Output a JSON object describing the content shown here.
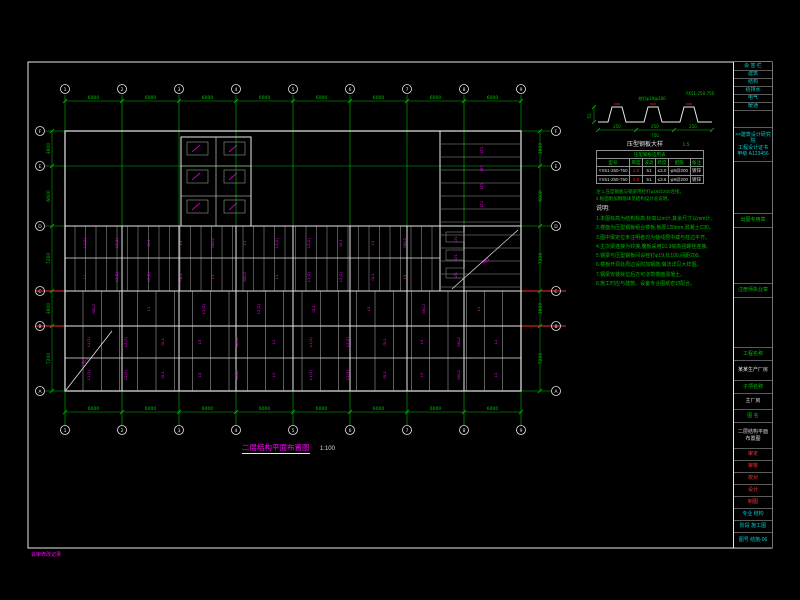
{
  "colors": {
    "green": "#00c200",
    "red": "#ff2a2a",
    "magenta": "#ff00ff",
    "cyan": "#00cccc",
    "white": "#e8e8e8",
    "gray": "#9a9a9a"
  },
  "grid": {
    "vertical_labels": [
      "1",
      "2",
      "3",
      "4",
      "5",
      "6",
      "7",
      "8",
      "9"
    ],
    "horizontal_labels": [
      "F",
      "E",
      "D",
      "C",
      "B",
      "A"
    ],
    "top_dims": [
      "6000",
      "6000",
      "6000",
      "6000",
      "6000",
      "6000",
      "6000",
      "6000"
    ],
    "bottom_dims": [
      "6000",
      "6000",
      "6000",
      "6000",
      "6000",
      "6000",
      "6000",
      "6000"
    ],
    "left_dims": [
      "3900",
      "6600",
      "7200",
      "3900",
      "7200"
    ],
    "right_dims": [
      "3900",
      "6600",
      "7200",
      "3900",
      "7200"
    ]
  },
  "plan_title": {
    "text": "二层结构平面布置图",
    "scale": "1:100"
  },
  "detail": {
    "title": "压型钢板大样",
    "scale": "1:5",
    "dims": [
      "250",
      "250",
      "250"
    ],
    "total": "750",
    "height": "51",
    "note": "YX51-250-750",
    "stud_note": "栓钉φ19@200"
  },
  "table": {
    "title": "压型钢板选用表",
    "headers": [
      "型号",
      "厚度",
      "波高",
      "跨度",
      "配筋",
      "备注"
    ],
    "rows": [
      [
        "YX51-250-750",
        "1.0",
        "51",
        "≤3.0",
        "φ8@200",
        "镀锌"
      ],
      [
        "YX51-250-750",
        "1.2",
        "51",
        "≤3.6",
        "φ8@200",
        "镀锌"
      ]
    ]
  },
  "table_notes": [
    "注:1.压型钢板与钢梁用栓钉φ19@200连接。",
    "2.板面附加钢筋详见结构设计总说明。"
  ],
  "notes": {
    "title": "说明:",
    "lines": [
      "1.本图标高为结构标高,标高以m计,其余尺寸以mm计。",
      "2.楼面为压型钢板组合楼板,板厚120mm,混凝土C30。",
      "3.图中梁定位未注明者均为轴线居中或与柱边平齐。",
      "4.主次梁连接为铰接,腹板采用10.9级高强螺栓连接。",
      "5.钢梁与压型钢板间设栓钉φ19,长100,间距200。",
      "6.楼板开洞处周边设附加钢筋,做法详见大样图。",
      "7.钢梁安装就位后方可浇筑楼面混凝土。",
      "8.施工时应与建筑、设备专业图纸密切配合。"
    ]
  },
  "beam_labels": [
    "L1(2)",
    "L2(2)",
    "GL1",
    "L3",
    "GKL2",
    "L1"
  ],
  "stair_label": "LT1",
  "ramp_label": "PD1",
  "titleblock": {
    "rows": [
      {
        "h": 9,
        "t": "会 签 栏",
        "c": "c"
      },
      {
        "h": 8,
        "t": "建筑",
        "c": "c"
      },
      {
        "h": 8,
        "t": "结构",
        "c": "c"
      },
      {
        "h": 8,
        "t": "给排水",
        "c": "c"
      },
      {
        "h": 8,
        "t": "电气",
        "c": "c"
      },
      {
        "h": 8,
        "t": "暖通",
        "c": "c"
      },
      {
        "h": 17,
        "t": "",
        "c": "n"
      },
      {
        "h": 34,
        "t": "××建筑设计研究院\n工程设计证书\n甲级 A123456",
        "c": "c"
      },
      {
        "h": 52,
        "t": "",
        "c": "n"
      },
      {
        "h": 14,
        "t": "出图专用章",
        "c": "g"
      },
      {
        "h": 56,
        "t": "",
        "c": "n"
      },
      {
        "h": 14,
        "t": "注册师执业章",
        "c": "g"
      },
      {
        "h": 50,
        "t": "",
        "c": "n"
      },
      {
        "h": 13,
        "t": "工程名称",
        "c": "g"
      },
      {
        "h": 20,
        "t": "某某生产厂房",
        "c": "w"
      },
      {
        "h": 13,
        "t": "子项名称",
        "c": "g"
      },
      {
        "h": 16,
        "t": "主厂房",
        "c": "w"
      },
      {
        "h": 13,
        "t": "图 名",
        "c": "g"
      },
      {
        "h": 26,
        "t": "二层结构平面\n布置图",
        "c": "w"
      },
      {
        "h": 12,
        "t": "审定",
        "c": "r"
      },
      {
        "h": 12,
        "t": "审核",
        "c": "r"
      },
      {
        "h": 12,
        "t": "校对",
        "c": "r"
      },
      {
        "h": 12,
        "t": "设计",
        "c": "r"
      },
      {
        "h": 12,
        "t": "制图",
        "c": "r"
      },
      {
        "h": 12,
        "t": "专业 结构",
        "c": "c"
      },
      {
        "h": 12,
        "t": "阶段 施工图",
        "c": "c"
      },
      {
        "h": 15,
        "t": "图号 结施-06",
        "c": "c"
      }
    ]
  },
  "footer_note": "会审修改记录"
}
